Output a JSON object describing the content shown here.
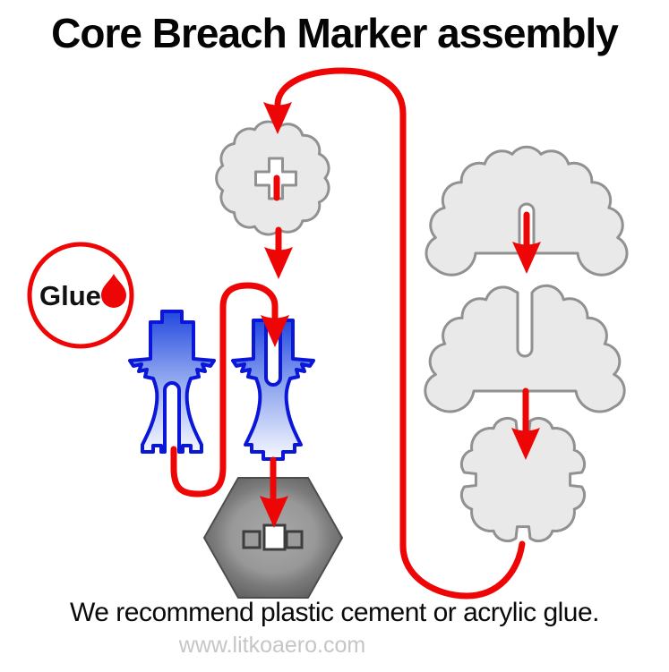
{
  "title": "Core Breach Marker assembly",
  "legend": {
    "label": "Glue",
    "icon": "glue-droplet-icon"
  },
  "footer": {
    "recommendation": "We recommend plastic cement or acrylic glue.",
    "watermark": "www.litkoaero.com"
  },
  "colors": {
    "arrow_red": "#ee0505",
    "gray_fill": "#e9e9e9",
    "gray_outline": "#919191",
    "blue_outline": "#0a16d8",
    "blue_gradient_top": "#2348e0",
    "blue_gradient_bottom": "#f6f8ff",
    "hex_center": "#a9a9a9",
    "hex_edge": "#595959",
    "watermark_color": "#c6c6c6"
  }
}
